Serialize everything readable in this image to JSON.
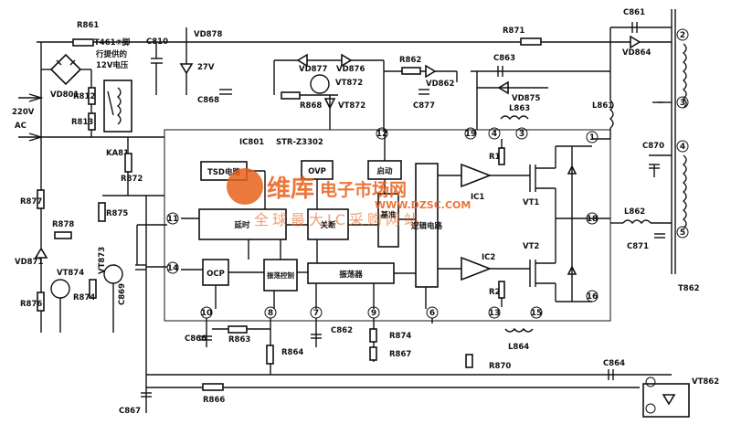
{
  "ic": {
    "name": "IC801",
    "model": "STR-Z3302"
  },
  "blocks": {
    "tsd": "TSD电路",
    "ovp": "OVP",
    "start": "启动",
    "delay": "延时",
    "shutdown": "关断",
    "ref": "基准",
    "ocp": "OCP",
    "osc_ctrl": "振荡控制",
    "osc": "振荡器",
    "logic": "逻辑电路"
  },
  "components": {
    "r861": "R861",
    "t461_note": "T461⑦脚",
    "t461_note2": "行提供的",
    "t461_note3": "12V电压",
    "c810": "C810",
    "vd878": "VD878",
    "vd878_v": "27V",
    "r871": "R871",
    "c861": "C861",
    "vd864": "VD864",
    "vd877": "VD877",
    "vd876": "VD876",
    "r862": "R862",
    "c863": "C863",
    "vd862": "VD862",
    "vd875": "VD875",
    "vt872a": "VT872",
    "vt872b": "VT872",
    "r868": "R868",
    "c868": "C868",
    "c877": "C877",
    "l863": "L863",
    "l861": "L861",
    "vd801": "VD801",
    "r812": "R812",
    "r813": "R813",
    "ka81": "KA81",
    "ac_v": "220V",
    "ac": "AC",
    "r877": "R877",
    "r878": "R878",
    "vd871": "VD871",
    "vt874": "VT874",
    "r876": "R876",
    "r872": "R872",
    "r875": "R875",
    "vt873": "VT873",
    "r874a": "R874",
    "c869": "C869",
    "r1": "R1",
    "r2": "R2",
    "ic1": "IC1",
    "ic2": "IC2",
    "vt1": "VT1",
    "vt2": "VT2",
    "c870": "C870",
    "l862": "L862",
    "c871": "C871",
    "t862": "T862",
    "c866": "C866",
    "r863": "R863",
    "c862": "C862",
    "r874b": "R874",
    "r867": "R867",
    "r864": "R864",
    "l864": "L864",
    "r870": "R870",
    "c864": "C864",
    "c867": "C867",
    "r866": "R866",
    "vt862": "VT862"
  },
  "pins": [
    "1",
    "2",
    "3",
    "4",
    "5",
    "6",
    "7",
    "8",
    "9",
    "10",
    "11",
    "12",
    "13",
    "14",
    "15",
    "16",
    "18",
    "19"
  ],
  "pins_tr": {
    "p2": "2",
    "p3": "3",
    "p4": "4",
    "p5": "5"
  },
  "watermark": {
    "brand": "维库",
    "site": "电子市场网",
    "url": "WWW.DZSC.COM",
    "tagline": "全球最大IC采购网站"
  }
}
